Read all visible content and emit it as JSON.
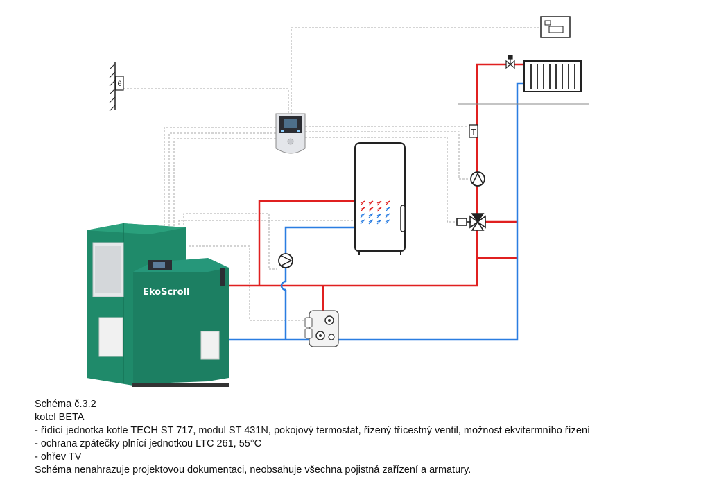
{
  "diagram": {
    "boiler_brand": "EkoScroll",
    "thermostat_label": "T",
    "room_thermostat_symbol": "θ",
    "colors": {
      "supply": "#e02020",
      "return": "#2a7de1",
      "control": "#9a9a9a",
      "boiler": "#1f8a6a"
    },
    "components": [
      "boiler",
      "controller-unit",
      "room-thermostat",
      "outdoor-sensor",
      "radiator",
      "hot-water-tank",
      "pump-heating",
      "pump-tank",
      "three-way-valve",
      "return-protection-unit"
    ]
  },
  "caption": {
    "line1": "Schéma č.3.2",
    "line2": "kotel BETA",
    "line3": "- řídící jednotka kotle TECH ST 717, modul ST 431N, pokojový termostat, řízený třícestný ventil, možnost ekvitermního řízení",
    "line4": "- ochrana zpátečky plnící jednotkou LTC 261, 55°C",
    "line5": "- ohřev TV",
    "line6": "Schéma nenahrazuje projektovou dokumentaci, neobsahuje všechna pojistná zařízení a armatury."
  }
}
